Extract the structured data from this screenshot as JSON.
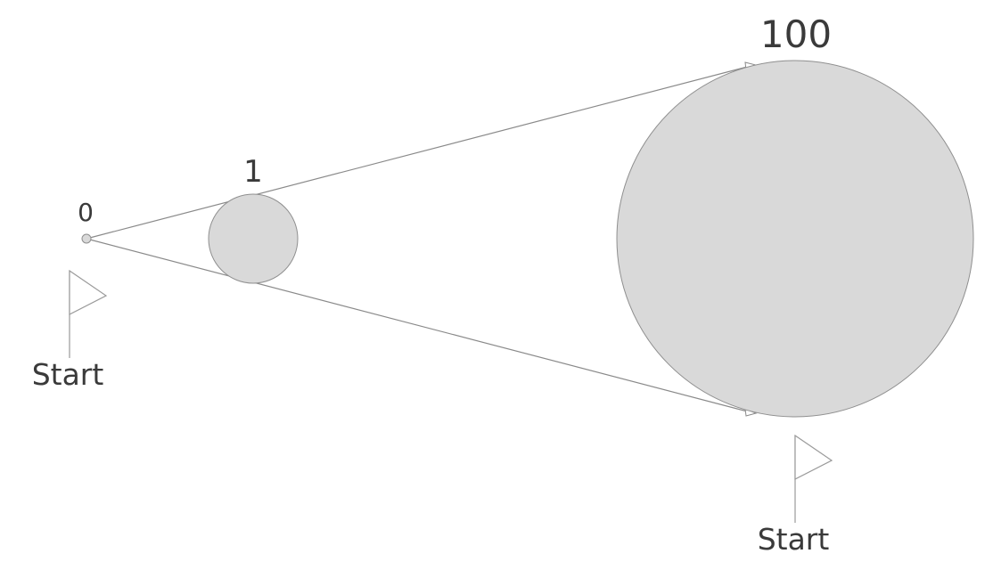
{
  "diagram": {
    "points": [
      {
        "label": "0"
      },
      {
        "label": "1"
      },
      {
        "label": "100"
      }
    ],
    "flags": [
      {
        "label": "Start"
      },
      {
        "label": "Start"
      }
    ],
    "colors": {
      "circle_fill": "#d9d9d9",
      "circle_stroke": "#8f8f8f",
      "line": "#8a8a8a",
      "text": "#3a3a3a"
    }
  }
}
